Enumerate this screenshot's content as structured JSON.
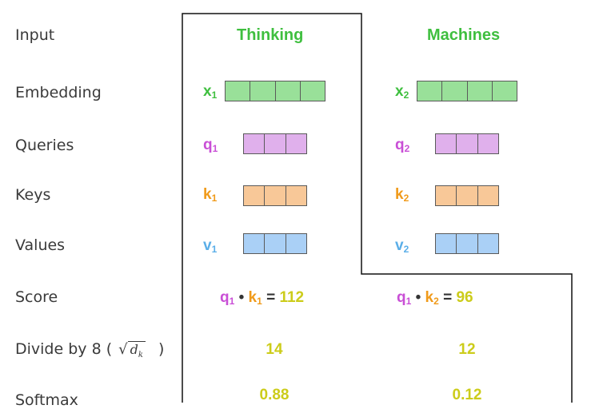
{
  "labels": {
    "input": "Input",
    "embedding": "Embedding",
    "queries": "Queries",
    "keys": "Keys",
    "values": "Values",
    "score": "Score",
    "divide": "Divide by 8 (",
    "divide_close": ")",
    "softmax": "Softmax"
  },
  "words": [
    "Thinking",
    "Machines"
  ],
  "vectors": {
    "x": [
      "x",
      "x"
    ],
    "q": [
      "q",
      "q"
    ],
    "k": [
      "k",
      "k"
    ],
    "v": [
      "v",
      "v"
    ],
    "subs": [
      "1",
      "2"
    ]
  },
  "score": {
    "first": {
      "q": "q",
      "q_sub": "1",
      "dot": "•",
      "k": "k",
      "k_sub": "1",
      "eq": "=",
      "value": "112"
    },
    "second": {
      "q": "q",
      "q_sub": "1",
      "dot": "•",
      "k": "k",
      "k_sub": "2",
      "eq": "=",
      "value": "96"
    }
  },
  "divided": [
    "14",
    "12"
  ],
  "softmax": [
    "0.88",
    "0.12"
  ],
  "colors": {
    "embedding": "#99e099",
    "query": "#e0b0ec",
    "key": "#f8c898",
    "value": "#aad0f6",
    "green_text": "#3fbf3f",
    "purple_text": "#c94fd6",
    "orange_text": "#f09a1a",
    "blue_text": "#5aaee8",
    "yellow_text": "#cccc1a"
  }
}
